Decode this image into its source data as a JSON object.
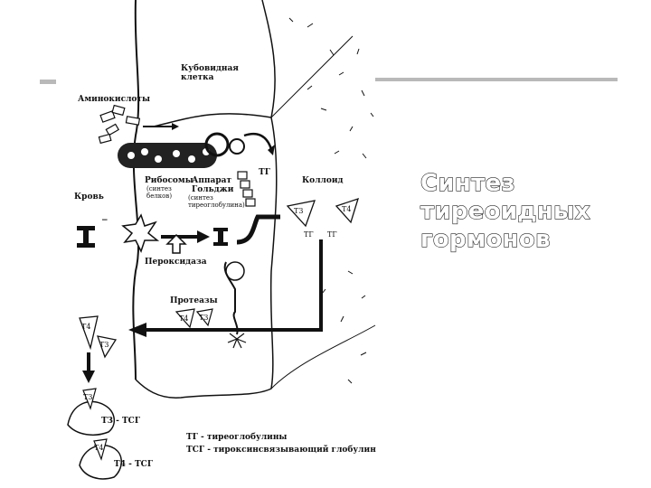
{
  "slide": {
    "title_lines": [
      "Синтез",
      "тиреоидных",
      "гормонов"
    ]
  },
  "diagram": {
    "labels": {
      "cuboid_cell": [
        "Кубовидная",
        "клетка"
      ],
      "amino_acids": "Аминокислоты",
      "ribosomes": "Рибосомы",
      "ribosomes_note": [
        "(синтез",
        "белков)"
      ],
      "golgi": [
        "Аппарат",
        "Гольджи"
      ],
      "golgi_note": [
        "(синтез",
        "тиреоглобулина)"
      ],
      "blood": "Кровь",
      "tg": "ТГ",
      "colloid": "Коллоид",
      "peroxidase": "Пероксидаза",
      "proteases": "Протеазы",
      "t3": "Т3",
      "t4": "Т4",
      "t3_tsg": "Т3 - ТСГ",
      "t4_tsg": "Т4 - ТСГ",
      "iodide": "I",
      "iodide_charge": "−"
    },
    "legend": [
      "ТГ - тиреоглобулины",
      "ТСГ - тироксинсвязывающий глобулин"
    ]
  }
}
